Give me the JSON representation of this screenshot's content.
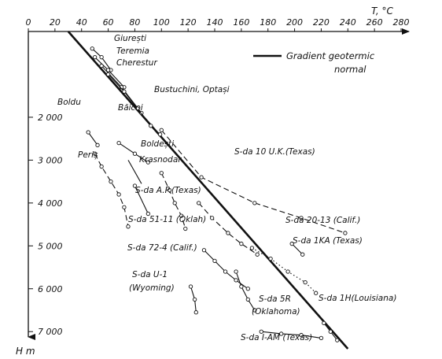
{
  "chart_data": {
    "type": "line",
    "x_axis": {
      "label": "T, °C",
      "min": 0,
      "max": 280,
      "ticks": [
        0,
        20,
        40,
        60,
        80,
        100,
        120,
        140,
        160,
        180,
        200,
        220,
        240,
        260,
        280
      ],
      "position": "top"
    },
    "y_axis": {
      "label": "H m",
      "min": 0,
      "max": 7400,
      "inverted": true,
      "ticks": [
        2000,
        3000,
        4000,
        5000,
        6000,
        7000
      ],
      "tick_labels": [
        "2 000",
        "3 000",
        "4 000",
        "5 000",
        "6 000",
        "7 000"
      ]
    },
    "grid": false,
    "legend": {
      "placement": "top-right",
      "entries": [
        {
          "label_line1": "Gradient geotermic",
          "label_line2": "normal",
          "style": "thick-solid"
        }
      ]
    },
    "normal_gradient": {
      "x": [
        30,
        240
      ],
      "y": [
        0,
        7400
      ]
    },
    "series": [
      {
        "name": "Giurești",
        "style": "solid-markers",
        "points": [
          [
            48,
            400
          ],
          [
            55,
            600
          ],
          [
            62,
            900
          ]
        ]
      },
      {
        "name": "Teremia",
        "style": "solid-markers",
        "points": [
          [
            50,
            600
          ],
          [
            60,
            900
          ],
          [
            72,
            1300
          ]
        ]
      },
      {
        "name": "Cherestur",
        "style": "solid-markers",
        "points": [
          [
            55,
            800
          ],
          [
            70,
            1300
          ],
          [
            85,
            1900
          ]
        ]
      },
      {
        "name": "Bustuchini, Optași",
        "style": "solid-markers",
        "points": [
          [
            60,
            1000
          ],
          [
            72,
            1400
          ],
          [
            82,
            1800
          ],
          [
            92,
            2200
          ],
          [
            99,
            2400
          ]
        ]
      },
      {
        "name": "Boldu",
        "style": "solid-markers",
        "points": [
          [
            45,
            2350
          ],
          [
            52,
            2650
          ]
        ]
      },
      {
        "name": "Băicoi",
        "style": "solid-markers",
        "points": [
          [
            68,
            2600
          ],
          [
            80,
            2850
          ],
          [
            90,
            3050
          ]
        ]
      },
      {
        "name": "Boldești",
        "style": "solid",
        "points": [
          [
            75,
            3000
          ],
          [
            85,
            3550
          ]
        ]
      },
      {
        "name": "Periș",
        "style": "dashed-markers",
        "points": [
          [
            50,
            2850
          ],
          [
            55,
            3150
          ],
          [
            62,
            3500
          ],
          [
            68,
            3800
          ],
          [
            72,
            4100
          ],
          [
            75,
            4550
          ]
        ]
      },
      {
        "name": "Krasnodar",
        "style": "solid-markers",
        "points": [
          [
            80,
            3600
          ],
          [
            90,
            4250
          ]
        ]
      },
      {
        "name": "S-da A.P.(Texas)",
        "style": "dashed-markers",
        "points": [
          [
            100,
            3300
          ],
          [
            106,
            3700
          ],
          [
            110,
            4000
          ],
          [
            115,
            4300
          ],
          [
            118,
            4600
          ]
        ]
      },
      {
        "name": "S-da 10 U.K.(Texas)",
        "style": "dashed-markers",
        "points": [
          [
            100,
            2300
          ],
          [
            130,
            3400
          ],
          [
            170,
            4000
          ],
          [
            205,
            4350
          ],
          [
            238,
            4700
          ]
        ]
      },
      {
        "name": "S-da 51-11 (Oklah)",
        "style": "dashed-markers",
        "points": [
          [
            128,
            4000
          ],
          [
            138,
            4350
          ],
          [
            150,
            4700
          ],
          [
            160,
            4950
          ],
          [
            172,
            5200
          ]
        ]
      },
      {
        "name": "S-da 20-13 (Calif.)",
        "style": "solid-markers",
        "points": [
          [
            198,
            4950
          ],
          [
            206,
            5200
          ]
        ]
      },
      {
        "name": "S-da 1KA (Texas)",
        "style": "dotted-markers",
        "points": [
          [
            168,
            5050
          ],
          [
            182,
            5300
          ],
          [
            195,
            5600
          ],
          [
            208,
            5850
          ],
          [
            216,
            6100
          ]
        ]
      },
      {
        "name": "S-da 72-4 (Calif.)",
        "style": "solid-markers",
        "points": [
          [
            132,
            5100
          ],
          [
            140,
            5350
          ],
          [
            148,
            5600
          ],
          [
            156,
            5800
          ],
          [
            165,
            6000
          ]
        ]
      },
      {
        "name": "S-da U-1 (Wyoming)",
        "style": "solid-markers",
        "points": [
          [
            122,
            5950
          ],
          [
            125,
            6250
          ],
          [
            126,
            6550
          ]
        ]
      },
      {
        "name": "S-da 5R (Oklahoma)",
        "style": "solid-markers",
        "points": [
          [
            156,
            5600
          ],
          [
            160,
            5950
          ],
          [
            165,
            6250
          ],
          [
            170,
            6500
          ]
        ]
      },
      {
        "name": "S-da 1H(Louisiana)",
        "style": "solid-markers",
        "points": [
          [
            222,
            6800
          ],
          [
            227,
            7000
          ],
          [
            232,
            7200
          ]
        ]
      },
      {
        "name": "S-da I-AM (Texas)",
        "style": "solid-markers",
        "points": [
          [
            175,
            7000
          ],
          [
            190,
            7050
          ],
          [
            205,
            7080
          ],
          [
            220,
            7150
          ]
        ]
      }
    ]
  }
}
